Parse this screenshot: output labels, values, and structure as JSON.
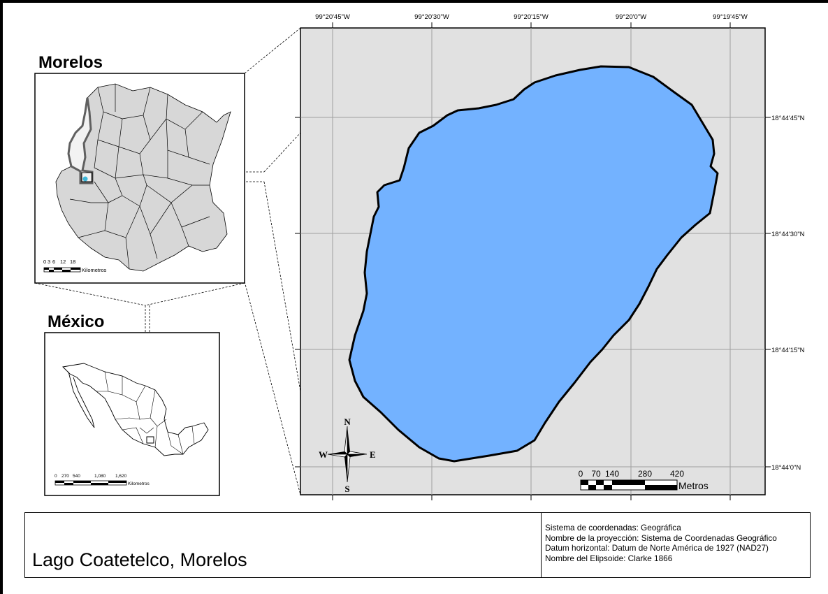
{
  "map": {
    "title": "Lago Coatetelco, Morelos",
    "inset_state_label": "Morelos",
    "inset_country_label": "México",
    "lon_ticks": [
      "99°20'45\"W",
      "99°20'30\"W",
      "99°20'15\"W",
      "99°20'0\"W",
      "99°19'45\"W"
    ],
    "lat_ticks": [
      "18°44'45\"N",
      "18°44'30\"N",
      "18°44'15\"N",
      "18°44'0\"N"
    ],
    "north_arrow": {
      "N": "N",
      "S": "S",
      "E": "E",
      "W": "W"
    },
    "scale_main": {
      "ticks": [
        "0",
        "70",
        "140",
        "280",
        "420"
      ],
      "unit": "Metros"
    },
    "scale_state": {
      "ticks": [
        "0",
        "3",
        "6",
        "12",
        "18"
      ],
      "unit": "Kilometros"
    },
    "scale_country": {
      "ticks": [
        "0",
        "270",
        "540",
        "1,080",
        "1,620"
      ],
      "unit": "Kilometros"
    },
    "colors": {
      "lake": "#73b2ff",
      "map_background": "#e1e1e1",
      "state_fill": "#d7d7d7",
      "grid": "#a0a0a0"
    },
    "metadata": [
      "Sistema de coordenadas: Geográfica",
      "Nombre de la proyección: Sistema de Coordenadas Geográfico",
      "Datum horizontal: Datum de Norte América de 1927 (NAD27)",
      "Nombre del Elipsoide: Clarke 1866"
    ]
  }
}
